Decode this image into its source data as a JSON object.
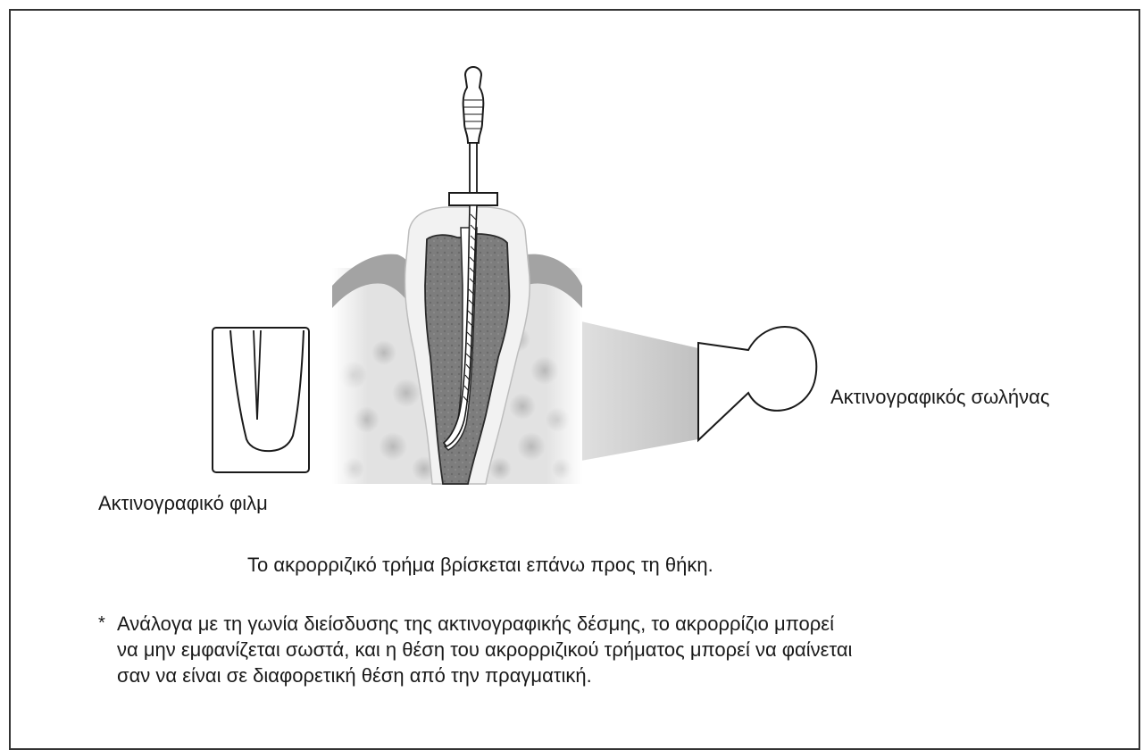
{
  "labels": {
    "film": "Ακτινογραφικό φιλμ",
    "tube": "Ακτινογραφικός σωλήνας"
  },
  "caption": "Το ακρορριζικό τρήμα βρίσκεται επάνω προς τη θήκη.",
  "note": {
    "marker": "*",
    "lines": [
      "Ανάλογα με τη γωνία διείσδυσης της ακτινογραφικής δέσμης, το ακρορρίζιο μπορεί",
      "να μην εμφανίζεται σωστά, και η θέση του ακρορριζικού τρήματος μπορεί να φαίνεται",
      "σαν να είναι σε διαφορετική θέση από την πραγματική."
    ]
  },
  "colors": {
    "frame": "#333333",
    "outline": "#1a1a1a",
    "bone": "#e4e4e4",
    "bone_spots": "#c9c9c9",
    "gum": "#9e9e9e",
    "enamel": "#f1f1f1",
    "dentin": "#7a7a7a",
    "canal": "#ffffff",
    "beam": "#bdbdbd"
  }
}
